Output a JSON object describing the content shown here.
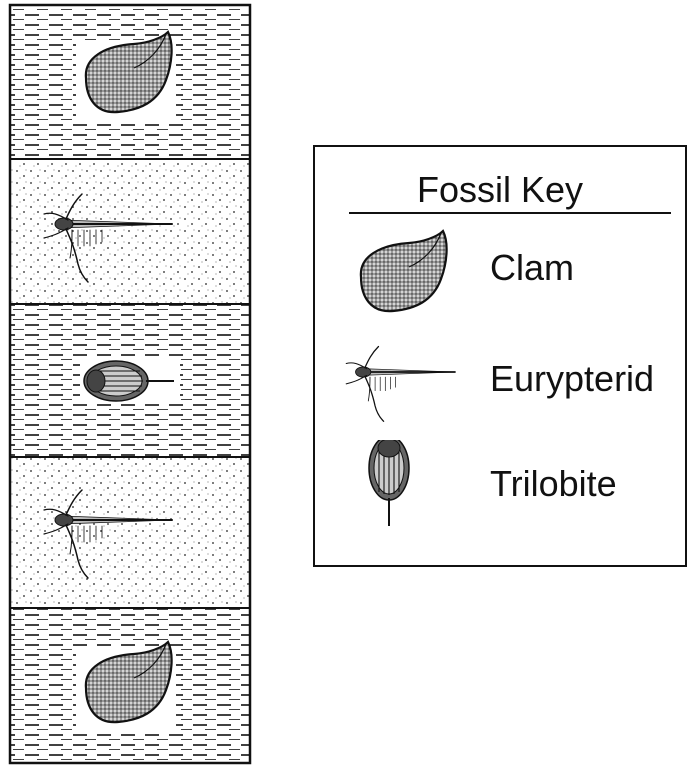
{
  "key": {
    "title": "Fossil Key",
    "items": [
      {
        "label": "Clam",
        "icon": "clam-icon"
      },
      {
        "label": "Eurypterid",
        "icon": "eurypterid-icon"
      },
      {
        "label": "Trilobite",
        "icon": "trilobite-icon"
      }
    ]
  },
  "column": {
    "layers_top_to_bottom": [
      {
        "rock": "shale",
        "fossil": "clam"
      },
      {
        "rock": "sandstone",
        "fossil": "eurypterid"
      },
      {
        "rock": "shale",
        "fossil": "trilobite"
      },
      {
        "rock": "sandstone",
        "fossil": "eurypterid"
      },
      {
        "rock": "shale",
        "fossil": "clam"
      }
    ]
  },
  "colors": {
    "ink": "#111111",
    "paper": "#ffffff"
  }
}
